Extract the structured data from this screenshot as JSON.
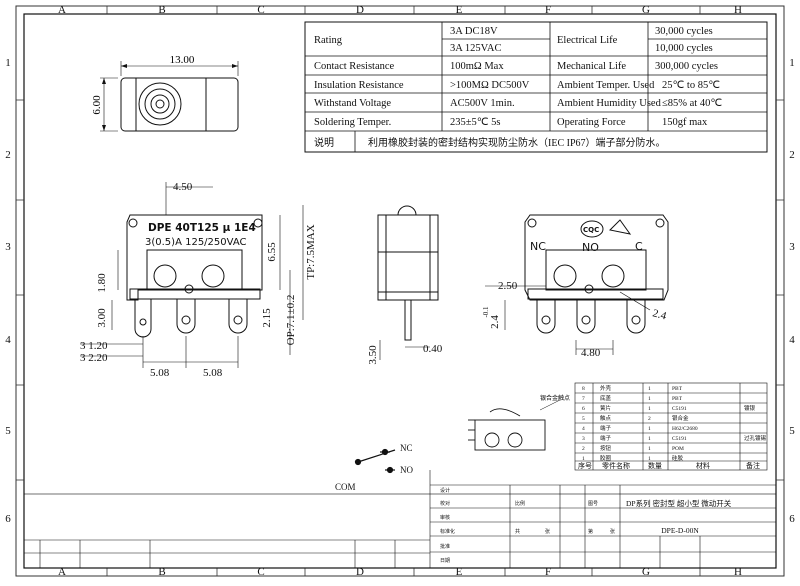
{
  "border": {
    "columns": [
      "A",
      "B",
      "C",
      "D",
      "E",
      "F",
      "G",
      "H"
    ],
    "rows": [
      "1",
      "2",
      "3",
      "4",
      "5",
      "6"
    ]
  },
  "spec_table": {
    "rating_label": "Rating",
    "rating_values": [
      "3A  DC18V",
      "3A  125VAC"
    ],
    "electrical_life_label": "Electrical Life",
    "electrical_life_values": [
      "30,000 cycles",
      "10,000 cycles"
    ],
    "rows": [
      {
        "k1": "Contact Resistance",
        "v1": "100mΩ Max",
        "k2": "Mechanical Life",
        "v2": "300,000 cycles"
      },
      {
        "k1": "Insulation Resistance",
        "v1": ">100MΩ DC500V",
        "k2": "Ambient Temper. Used",
        "v2": "25℃ to 85℃"
      },
      {
        "k1": "Withstand Voltage",
        "v1": "AC500V 1min.",
        "k2": "Ambient Humidity Used",
        "v2": "≤85% at 40℃"
      },
      {
        "k1": "Soldering Temper.",
        "v1": "235±5℃ 5s",
        "k2": "Operating Force",
        "v2": "150gf max"
      }
    ],
    "note_label": "说明",
    "note_text": "利用橡胶封装的密封结构实现防尘防水（IEC IP67）端子部分防水。"
  },
  "top_view": {
    "width_dim": "13.00",
    "height_dim": "6.00"
  },
  "front_view": {
    "label_line1": "DPE 40T125 μ 1E4",
    "label_line2": "3(0.5)A 125/250VAC",
    "dim_450": "4.50",
    "dim_655": "6.55",
    "dim_tp": "TP:7.5MAX",
    "dim_180": "1.80",
    "dim_300": "3.00",
    "dim_215": "2.15",
    "dim_op": "OP:7.1±0.2",
    "dim_120": "3 1.20",
    "dim_220": "3 2.20",
    "dim_508a": "5.08",
    "dim_508b": "5.08"
  },
  "side_view": {
    "dim_350": "3.50",
    "dim_040": "0.40"
  },
  "rear_view": {
    "nc": "NC",
    "no": "NO",
    "c": "C",
    "cert": "CQC",
    "dim_250": "2.50",
    "dim_24": "2.4",
    "dim_24_tol": "-0.1",
    "dim_24b": "2.4",
    "dim_480": "4.80"
  },
  "schematic": {
    "nc": "NC",
    "no": "NO",
    "com": "COM"
  },
  "bom": {
    "headers": [
      "序号",
      "零件名称",
      "数量",
      "材料",
      "备注"
    ],
    "rows": [
      [
        "8",
        "外壳",
        "1",
        "PBT",
        ""
      ],
      [
        "7",
        "底盖",
        "1",
        "PBT",
        ""
      ],
      [
        "6",
        "簧片",
        "1",
        "C5191",
        "镀银"
      ],
      [
        "5",
        "触点",
        "2",
        "银合金",
        ""
      ],
      [
        "4",
        "端子",
        "1",
        "H62/C2680",
        ""
      ],
      [
        "3",
        "端子",
        "1",
        "C5191",
        "过孔镀锡"
      ],
      [
        "2",
        "按钮",
        "1",
        "POM",
        ""
      ],
      [
        "1",
        "胶圈",
        "1",
        "硅胶",
        ""
      ]
    ],
    "callout": "银合金触点"
  },
  "title_block": {
    "series": "DP系列 密封型 超小型 微动开关",
    "part_no": "DPE-D-00N",
    "fields": [
      "设计",
      "校对",
      "审核",
      "标准化",
      "批准",
      "日期",
      "比例",
      "图号",
      "共",
      "张",
      "第",
      "张"
    ]
  }
}
